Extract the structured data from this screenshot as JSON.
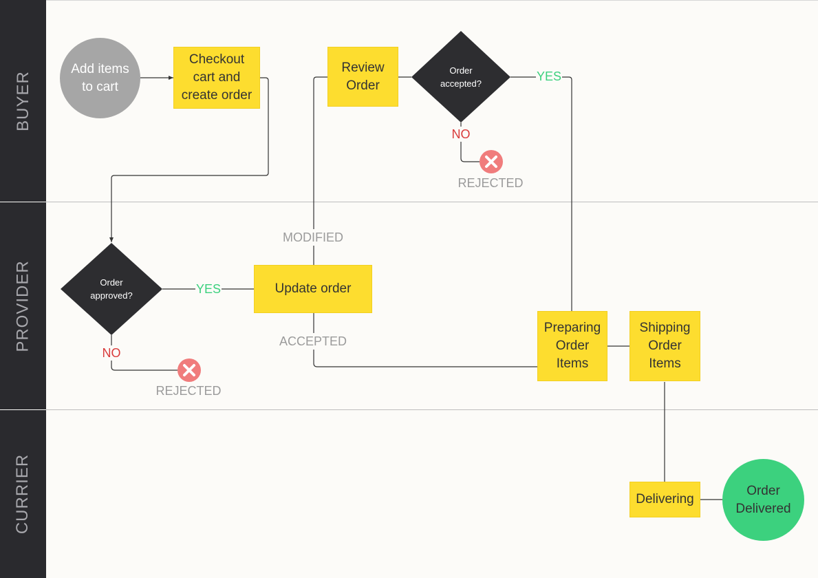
{
  "lanes": {
    "buyer": "BUYER",
    "provider": "PROVIDER",
    "currier": "CURRIER"
  },
  "nodes": {
    "add_items": "Add items\nto cart",
    "checkout": "Checkout\ncart and\ncreate order",
    "review_order": "Review\nOrder",
    "order_accepted": "Order\naccepted?",
    "order_approved": "Order\napproved?",
    "update_order": "Update order",
    "preparing": "Preparing\nOrder\nItems",
    "shipping": "Shipping\nOrder\nItems",
    "delivering": "Delivering",
    "order_delivered": "Order\nDelivered"
  },
  "labels": {
    "yes_accepted": "YES",
    "no_accepted": "NO",
    "rejected_buyer": "REJECTED",
    "yes_approved": "YES",
    "no_approved": "NO",
    "rejected_provider": "REJECTED",
    "modified": "MODIFIED",
    "accepted": "ACCEPTED"
  },
  "colors": {
    "lane_header": "#2a2a2e",
    "task": "#fddd2f",
    "decision": "#2d2d30",
    "start": "#a6a6a6",
    "end": "#3cd17e",
    "yes": "#3cd17e",
    "no": "#d93b3b",
    "reject_icon": "#f07c7c"
  },
  "icons": {
    "reject": "close-circle-icon"
  }
}
